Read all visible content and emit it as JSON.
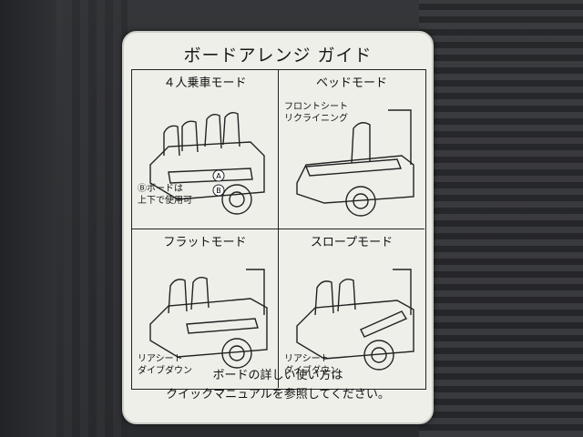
{
  "title": "ボードアレンジ ガイド",
  "modes": [
    {
      "name": "４人乗車モード",
      "note_lines": [
        "Ⓑボードは",
        "上下で使用可"
      ]
    },
    {
      "name": "ベッドモード",
      "note_lines": [
        "フロントシート",
        "リクライニング"
      ]
    },
    {
      "name": "フラットモード",
      "note_lines": [
        "リアシート",
        "ダイブダウン"
      ]
    },
    {
      "name": "スロープモード",
      "note_lines": [
        "リアシート",
        "ダイブダウン"
      ]
    }
  ],
  "footer": [
    "ボードの詳しい使い方は",
    "クイックマニュアルを参照してください。"
  ]
}
